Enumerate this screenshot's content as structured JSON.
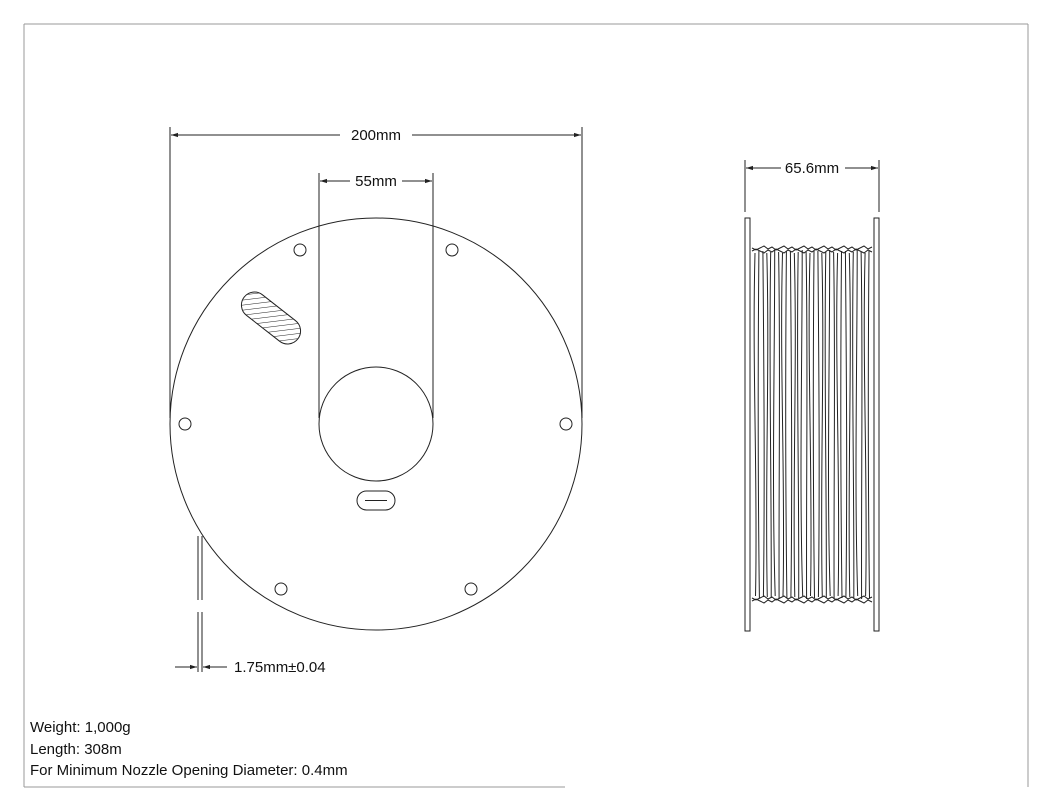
{
  "dimensions": {
    "spool_outer_diameter": "200mm",
    "hub_diameter": "55mm",
    "spool_width": "65.6mm",
    "filament_diameter": "1.75mm±0.04"
  },
  "specs": {
    "weight": "Weight: 1,000g",
    "length": "Length: 308m",
    "nozzle": "For Minimum Nozzle Opening Diameter: 0.4mm"
  },
  "colors": {
    "line": "#222222",
    "frame": "#999999",
    "background": "#ffffff"
  }
}
